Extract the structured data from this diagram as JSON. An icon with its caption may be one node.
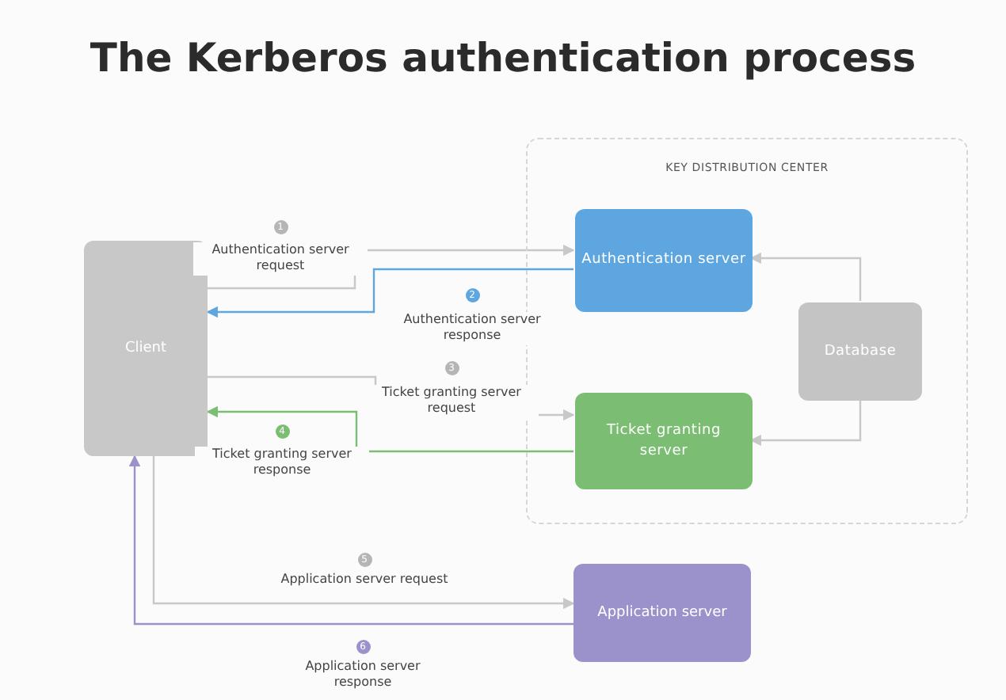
{
  "diagram": {
    "title": "The Kerberos authentication process",
    "nodes": [
      {
        "text": [
          "Client"
        ]
      },
      {
        "text": [
          "KEY DISTRIBUTION CENTER"
        ]
      },
      {
        "text": [
          "Authentication server"
        ],
        "in": 1
      },
      {
        "text": [
          "Database"
        ],
        "in": 1
      },
      {
        "text": [
          "Ticket granting server"
        ],
        "in": 1
      },
      {
        "text": [
          "Application server"
        ]
      }
    ],
    "edges": [
      {
        "from": 0,
        "to": 2,
        "arrow": "to",
        "label": "Authentication server request"
      },
      {
        "from": 2,
        "to": 0,
        "arrow": "to",
        "label": "Authentication server response",
        "color": "#5ea6e0"
      },
      {
        "from": 0,
        "to": 4,
        "arrow": "to",
        "label": "Ticket granting server request"
      },
      {
        "from": 4,
        "to": 0,
        "arrow": "to",
        "label": "Ticket granting server response",
        "color": "#7bbd72"
      },
      {
        "from": 0,
        "to": 5,
        "arrow": "to",
        "label": "Application server request"
      },
      {
        "from": 5,
        "to": 0,
        "arrow": "to",
        "label": "Application server response",
        "color": "#9b92cb"
      },
      {
        "from": 3,
        "to": 2,
        "arrow": "to"
      },
      {
        "from": 3,
        "to": 4,
        "arrow": "to"
      }
    ],
    "labels": [
      "1",
      "2",
      "3",
      "4",
      "5",
      "6"
    ]
  }
}
